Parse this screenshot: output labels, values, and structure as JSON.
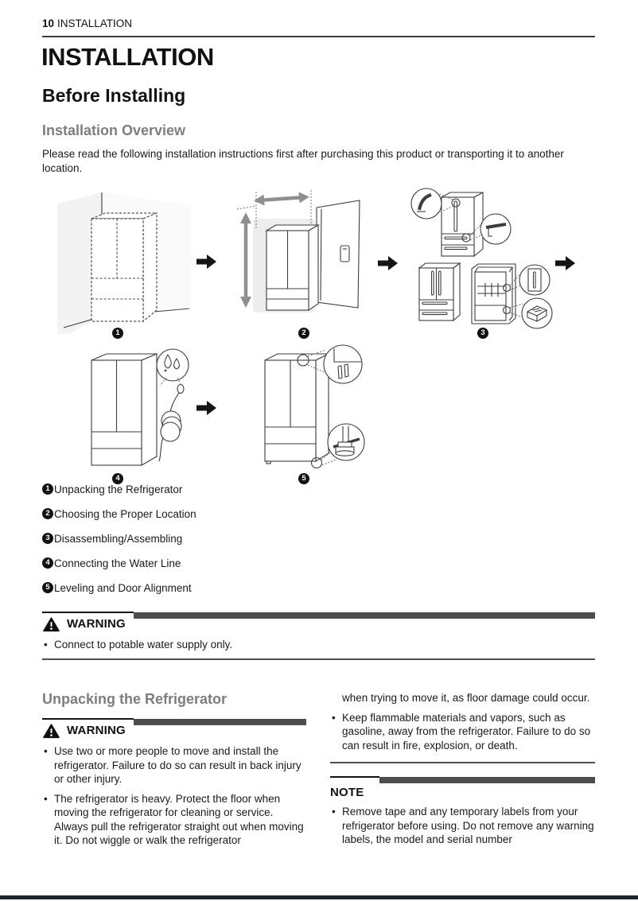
{
  "header": {
    "page_number": "10",
    "section": "INSTALLATION"
  },
  "title": "INSTALLATION",
  "before_installing_heading": "Before Installing",
  "overview": {
    "heading": "Installation Overview",
    "intro": "Please read the following installation instructions first after purchasing this product or transporting it to another location.",
    "steps": [
      {
        "num": "1",
        "label": "Unpacking the Refrigerator"
      },
      {
        "num": "2",
        "label": "Choosing the Proper Location"
      },
      {
        "num": "3",
        "label": "Disassembling/Assembling"
      },
      {
        "num": "4",
        "label": "Connecting the Water Line"
      },
      {
        "num": "5",
        "label": "Leveling and Door Alignment"
      }
    ],
    "diagram_icons": [
      "refrigerator-dashed-in-corner-illustration",
      "refrigerator-measuring-doorway-illustration",
      "refrigerator-disassembly-parts-illustration",
      "refrigerator-water-line-illustration",
      "refrigerator-leveling-alignment-illustration"
    ],
    "warning": {
      "label": "WARNING",
      "bullets": [
        "Connect to potable water supply only."
      ]
    }
  },
  "unpacking": {
    "heading": "Unpacking the Refrigerator",
    "warning": {
      "label": "WARNING",
      "bullets_left": [
        "Use two or more people to move and install the refrigerator. Failure to do so can result in back injury or other injury.",
        "The refrigerator is heavy. Protect the floor when moving the refrigerator for cleaning or service. Always pull the refrigerator straight out when moving it. Do not wiggle or walk the refrigerator"
      ],
      "continuation_right": "when trying to move it, as floor damage could occur.",
      "bullets_right": [
        "Keep flammable materials and vapors, such as gasoline, away from the refrigerator. Failure to do so can result in fire, explosion, or death."
      ]
    },
    "note": {
      "label": "NOTE",
      "bullets": [
        "Remove tape and any temporary labels from your refrigerator before using. Do not remove any warning labels, the model and serial number"
      ]
    }
  },
  "colors": {
    "heading_gray": "#7d7d7d",
    "alert_bar_gray": "#4d4d4d",
    "footer_bar": "#1e2430",
    "body_text": "#1a1a1a"
  }
}
